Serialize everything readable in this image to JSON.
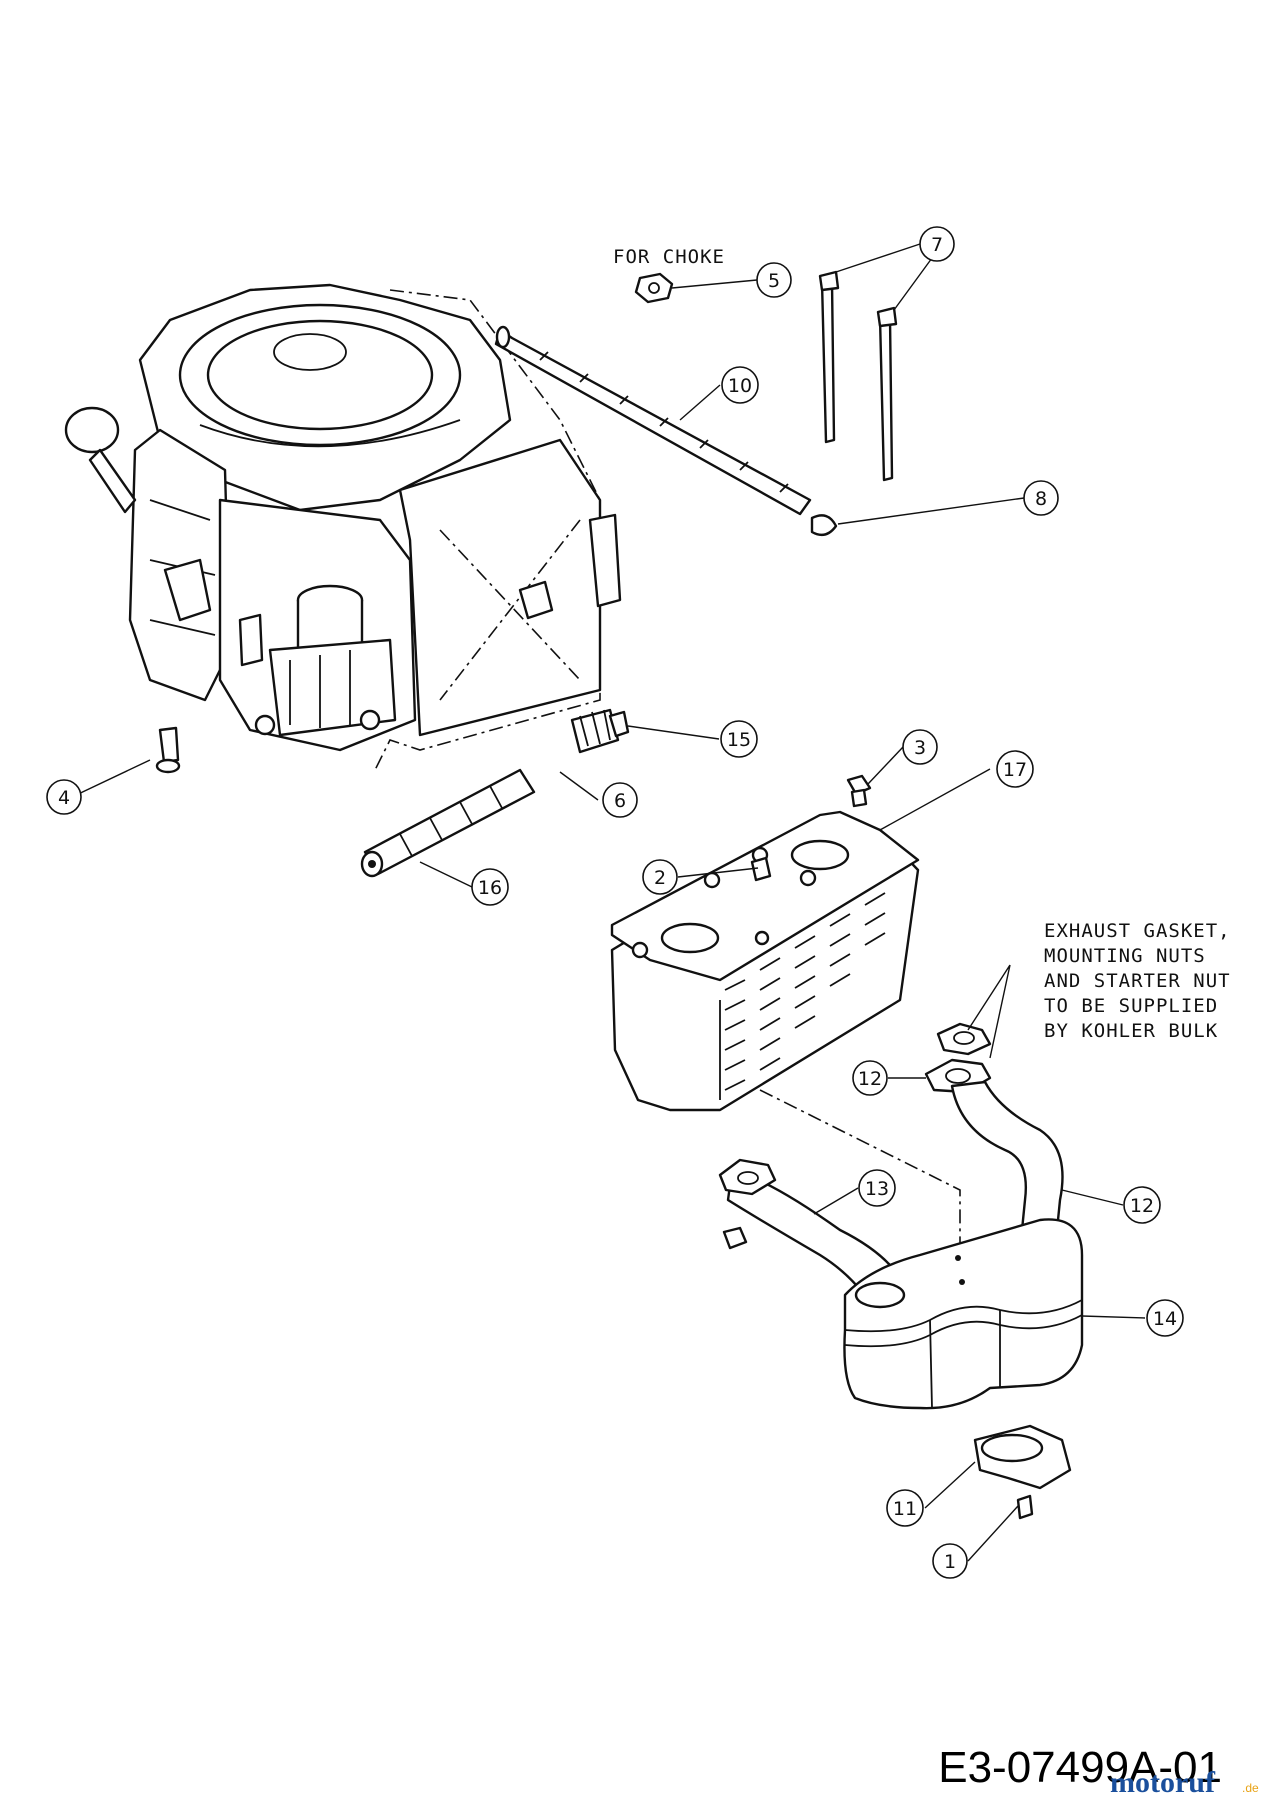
{
  "notes": {
    "for_choke": "FOR CHOKE",
    "kohler_lines": [
      "EXHAUST GASKET,",
      "MOUNTING NUTS",
      "AND STARTER NUT",
      "TO BE SUPPLIED",
      "BY KOHLER BULK"
    ]
  },
  "callouts": [
    "1",
    "2",
    "3",
    "4",
    "5",
    "6",
    "7",
    "8",
    "10",
    "11",
    "12",
    "12",
    "13",
    "14",
    "15",
    "16",
    "17"
  ],
  "drawing_number": "E3-07499A-01",
  "watermark": {
    "text": "motoruf",
    "suffix": ".de",
    "color": "#1a4f9c",
    "accent": "#e8a317"
  }
}
